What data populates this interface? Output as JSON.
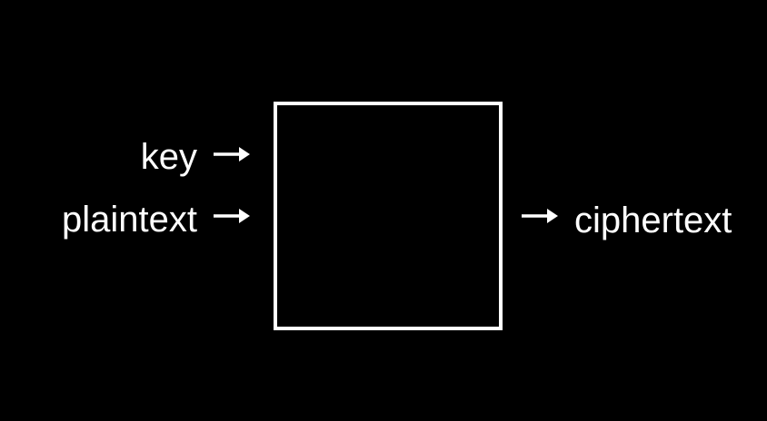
{
  "diagram": {
    "inputs": {
      "key": "key",
      "plaintext": "plaintext"
    },
    "output": {
      "ciphertext": "ciphertext"
    },
    "icons": {
      "input_arrow": "right-arrow-icon",
      "output_arrow": "right-arrow-icon"
    },
    "colors": {
      "background": "#000000",
      "foreground": "#ffffff"
    }
  }
}
